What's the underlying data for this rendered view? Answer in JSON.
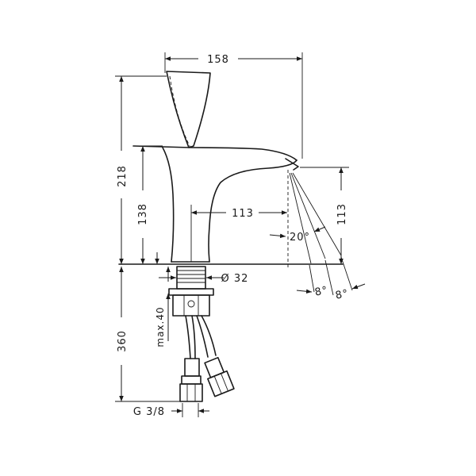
{
  "dimensions": {
    "width_top": "158",
    "total_height": "218",
    "spout_height": "138",
    "spout_reach": "113",
    "outlet_height": "113",
    "lower_length": "360",
    "max_thickness": "max.40",
    "diameter": "Ø 32",
    "thread": "G 3/8",
    "angle_spray": "20°",
    "angle_a": "8°",
    "angle_b": "8°"
  },
  "colors": {
    "line": "#1a1a1a",
    "background": "#ffffff"
  }
}
